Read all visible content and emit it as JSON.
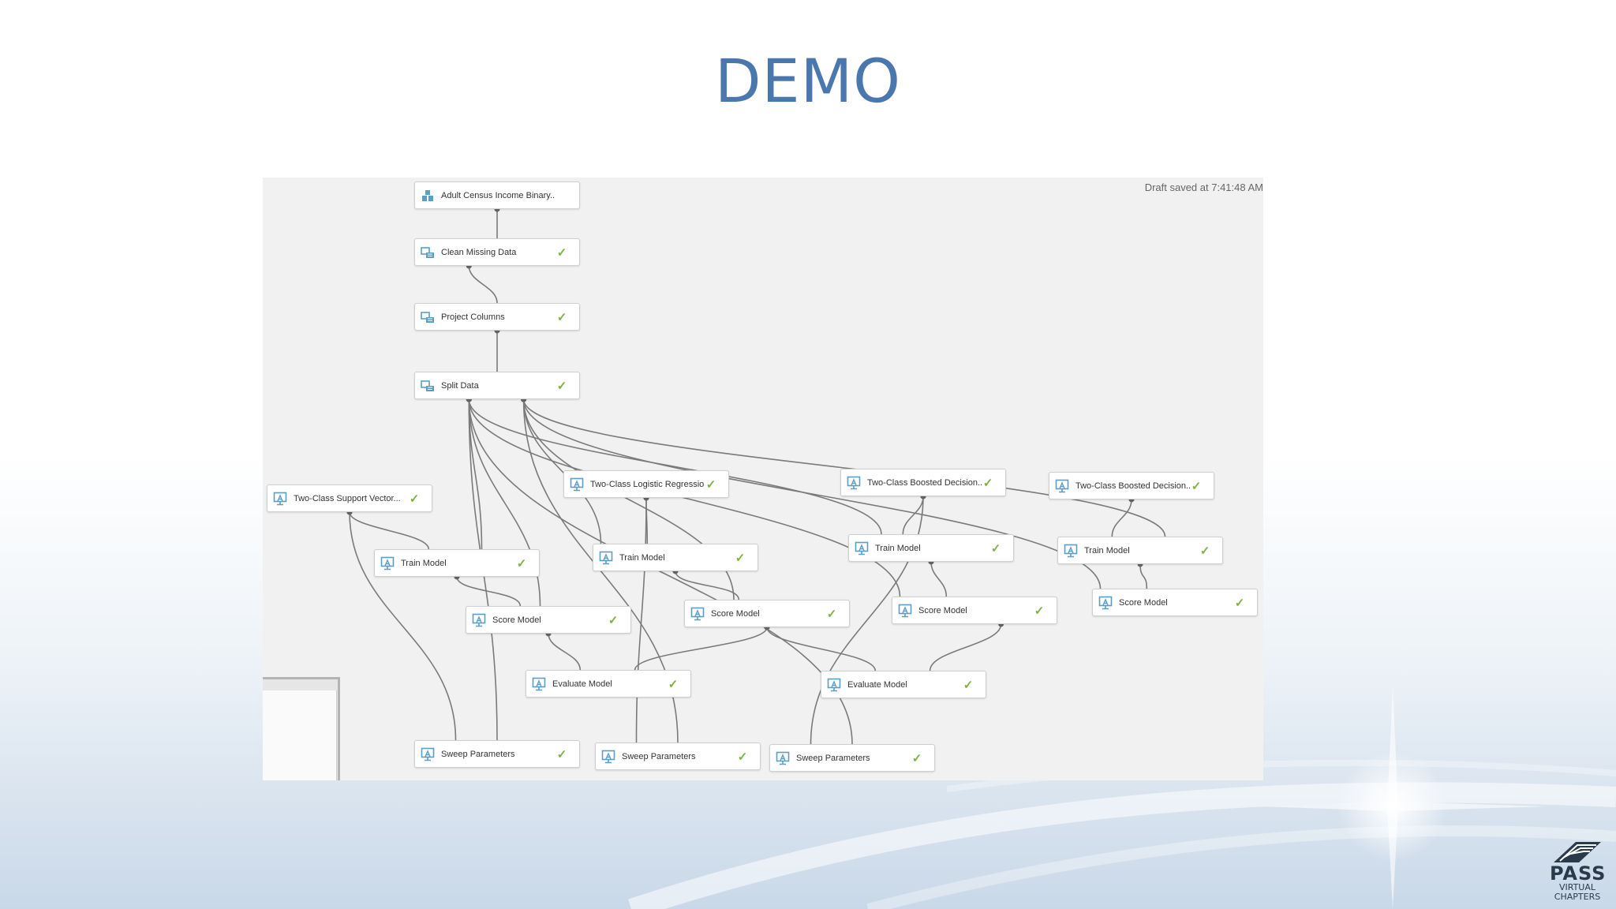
{
  "slide": {
    "title": "DEMO"
  },
  "canvas": {
    "status": "Draft saved at 7:41:48 AM"
  },
  "check_glyph": "✓",
  "colors": {
    "title": "#4a78ae",
    "check": "#7cb342",
    "icon": "#5a9ec4",
    "edge": "#7a7a7a"
  },
  "nodes": [
    {
      "id": "adult",
      "label": "Adult Census Income Binary...",
      "icon": "dataset-icon",
      "done": false
    },
    {
      "id": "clean",
      "label": "Clean Missing Data",
      "icon": "module-icon",
      "done": true
    },
    {
      "id": "project",
      "label": "Project Columns",
      "icon": "module-icon",
      "done": true
    },
    {
      "id": "split",
      "label": "Split Data",
      "icon": "module-icon",
      "done": true
    },
    {
      "id": "svm",
      "label": "Two-Class Support Vector...",
      "icon": "model-icon",
      "done": true
    },
    {
      "id": "logreg",
      "label": "Two-Class Logistic Regression",
      "icon": "model-icon",
      "done": true
    },
    {
      "id": "bdt1",
      "label": "Two-Class Boosted Decision...",
      "icon": "model-icon",
      "done": true
    },
    {
      "id": "bdt2",
      "label": "Two-Class Boosted Decision...",
      "icon": "model-icon",
      "done": true
    },
    {
      "id": "train1",
      "label": "Train Model",
      "icon": "model-icon",
      "done": true
    },
    {
      "id": "train2",
      "label": "Train Model",
      "icon": "model-icon",
      "done": true
    },
    {
      "id": "train3",
      "label": "Train Model",
      "icon": "model-icon",
      "done": true
    },
    {
      "id": "train4",
      "label": "Train Model",
      "icon": "model-icon",
      "done": true
    },
    {
      "id": "score1",
      "label": "Score Model",
      "icon": "model-icon",
      "done": true
    },
    {
      "id": "score2",
      "label": "Score Model",
      "icon": "model-icon",
      "done": true
    },
    {
      "id": "score3",
      "label": "Score Model",
      "icon": "model-icon",
      "done": true
    },
    {
      "id": "score4",
      "label": "Score Model",
      "icon": "model-icon",
      "done": true
    },
    {
      "id": "eval1",
      "label": "Evaluate Model",
      "icon": "model-icon",
      "done": true
    },
    {
      "id": "eval2",
      "label": "Evaluate Model",
      "icon": "model-icon",
      "done": true
    },
    {
      "id": "sweep1",
      "label": "Sweep Parameters",
      "icon": "model-icon",
      "done": true
    },
    {
      "id": "sweep2",
      "label": "Sweep Parameters",
      "icon": "model-icon",
      "done": true
    },
    {
      "id": "sweep3",
      "label": "Sweep Parameters",
      "icon": "model-icon",
      "done": true
    }
  ],
  "logo": {
    "name": "PASS",
    "line1": "VIRTUAL",
    "line2": "CHAPTERS"
  }
}
